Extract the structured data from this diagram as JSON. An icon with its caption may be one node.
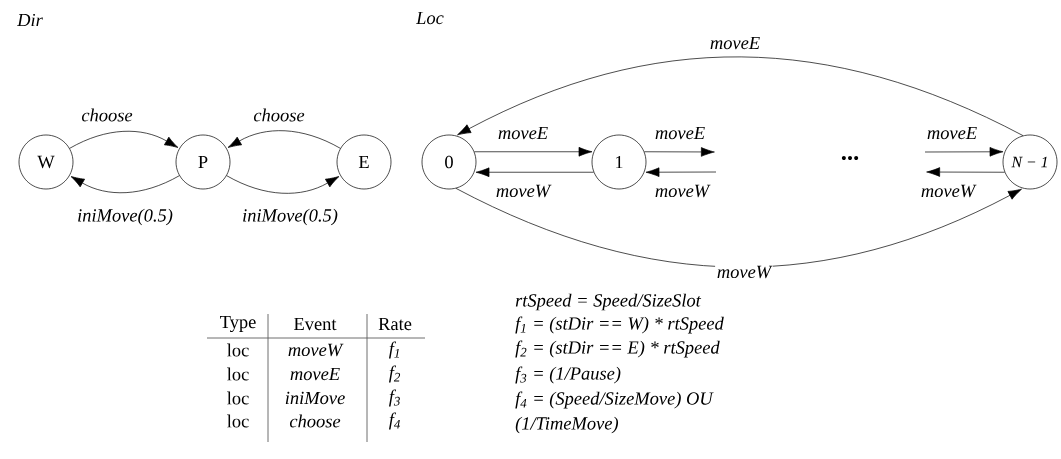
{
  "diagram": {
    "nodes": [
      {
        "text": [
          "W"
        ]
      },
      {
        "text": [
          "P"
        ]
      },
      {
        "text": [
          "E"
        ]
      },
      {
        "text": [
          "0"
        ]
      },
      {
        "text": [
          "1"
        ]
      },
      {
        "text": [
          "N − 1"
        ]
      }
    ],
    "edges": [
      {
        "from": 0,
        "to": 1,
        "arrow": "to",
        "label": "choose"
      },
      {
        "from": 1,
        "to": 0,
        "arrow": "to",
        "label": "iniMove(0.5)"
      },
      {
        "from": 2,
        "to": 1,
        "arrow": "to",
        "label": "choose"
      },
      {
        "from": 1,
        "to": 2,
        "arrow": "to",
        "label": "iniMove(0.5)"
      },
      {
        "from": 3,
        "to": 4,
        "arrow": "to",
        "label": "moveE"
      },
      {
        "from": 4,
        "to": 3,
        "arrow": "to",
        "label": "moveW"
      },
      {
        "from": 4,
        "to": null,
        "arrow": "to",
        "label": "moveE"
      },
      {
        "from": null,
        "to": 4,
        "arrow": "to",
        "label": "moveW"
      },
      {
        "from": null,
        "to": 5,
        "arrow": "to",
        "label": "moveE"
      },
      {
        "from": 5,
        "to": null,
        "arrow": "to",
        "label": "moveW"
      },
      {
        "from": 5,
        "to": 3,
        "arrow": "to",
        "label": "moveE"
      },
      {
        "from": 3,
        "to": 5,
        "arrow": "to",
        "label": "moveW"
      }
    ],
    "labels": [
      "Dir",
      "Loc",
      "...",
      "Type",
      "Event",
      "Rate",
      "loc",
      "moveW",
      "f$_{1}$",
      "loc",
      "moveE",
      "f$_{2}$",
      "loc",
      "iniMove",
      "f$_{3}$",
      "loc",
      "choose",
      "f$_{4}$",
      "rtSpeed = Speed/SizeSlot",
      "f$_{1}$ = (stDir == W) * rtSpeed",
      "f$_{2}$ = (stDir == E) * rtSpeed",
      "f$_{3}$ = (1/Pause)",
      "f$_{4}$ = (Speed/SizeMove) OU",
      "(1/TimeMove)"
    ]
  }
}
